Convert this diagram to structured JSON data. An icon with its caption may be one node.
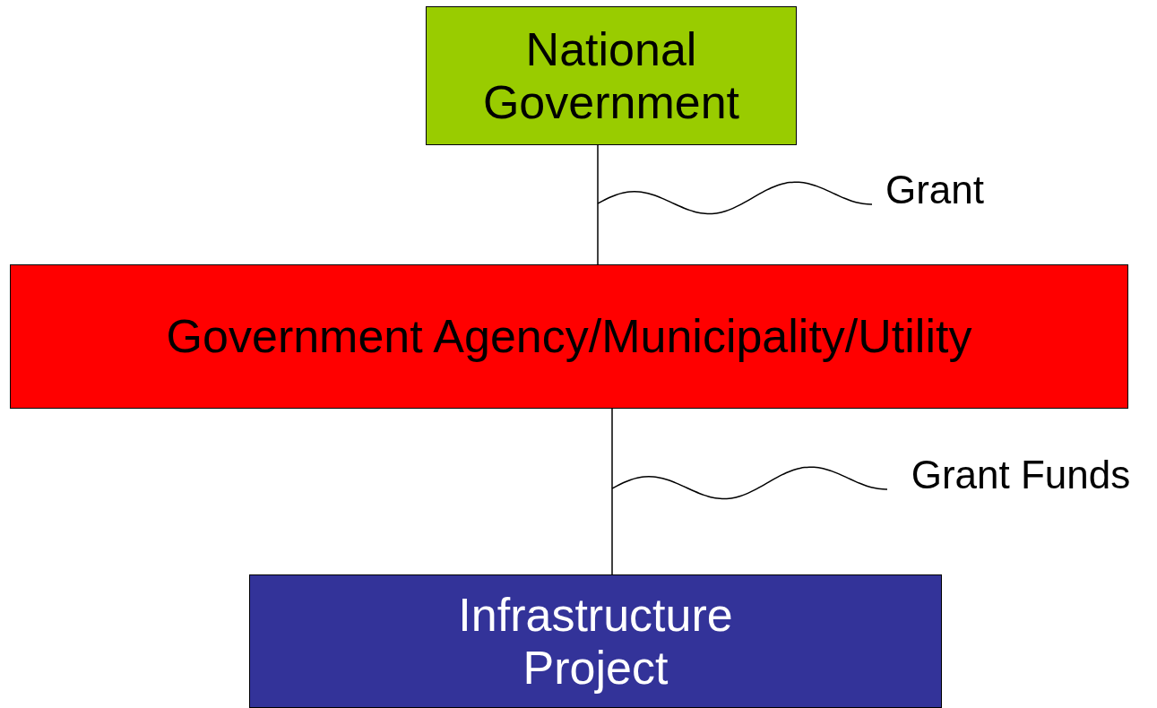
{
  "diagram": {
    "nodes": [
      {
        "text": [
          "National Government"
        ]
      },
      {
        "text": [
          "Government Agency/Municipality/Utility"
        ]
      },
      {
        "text": [
          "Infrastructure Project"
        ]
      },
      {
        "text": [
          "Grant"
        ]
      },
      {
        "text": [
          "Grant Funds"
        ]
      }
    ],
    "edges": [
      {
        "from": 0,
        "to": 1,
        "arrow": "none"
      },
      {
        "from": 1,
        "to": 2,
        "arrow": "none"
      },
      {
        "from": 3,
        "to": null,
        "arrow": "none"
      },
      {
        "from": 4,
        "to": null,
        "arrow": "none"
      }
    ]
  }
}
